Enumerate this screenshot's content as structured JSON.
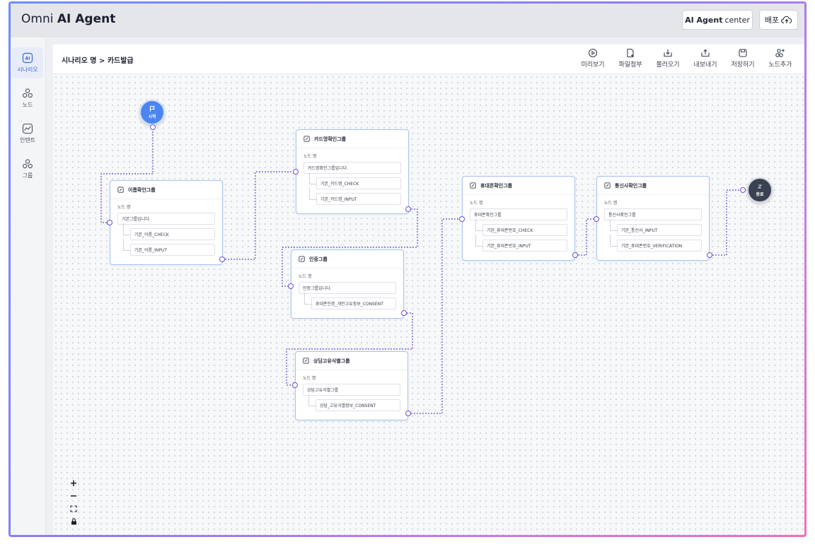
{
  "header": {
    "brand_light": "Omni",
    "brand_bold": "AI Agent",
    "center_bold": "AI Agent",
    "center_rest": "center",
    "deploy_label": "배포"
  },
  "sidebar": {
    "items": [
      {
        "label": "시나리오",
        "icon": "ai-icon"
      },
      {
        "label": "노드",
        "icon": "node-icon"
      },
      {
        "label": "인텐트",
        "icon": "intent-icon"
      },
      {
        "label": "그룹",
        "icon": "group-icon"
      }
    ]
  },
  "toolbar": {
    "breadcrumb": "시나리오 명 > 카드발급",
    "tools": [
      {
        "label": "미리보기",
        "icon": "play-icon"
      },
      {
        "label": "파일첨부",
        "icon": "file-attach-icon"
      },
      {
        "label": "불러오기",
        "icon": "import-icon"
      },
      {
        "label": "내보내기",
        "icon": "export-icon"
      },
      {
        "label": "저장하기",
        "icon": "save-icon"
      },
      {
        "label": "노드추가",
        "icon": "add-node-icon"
      }
    ]
  },
  "flow": {
    "start_label": "시작",
    "end_label": "종료",
    "nodes": [
      {
        "title": "이름확인그룹",
        "sub": "노드 명",
        "field": "기본그룹입니다.",
        "children": [
          "기본_이름_CHECK",
          "기본_이름_INPUT"
        ]
      },
      {
        "title": "카드명확인그룹",
        "sub": "노드 명",
        "field": "카드명확인그룹입니다.",
        "children": [
          "기본_카드명_CHECK",
          "기본_카드명_INPUT"
        ]
      },
      {
        "title": "인증그룹",
        "sub": "노드 명",
        "field": "인증그룹입니다.",
        "children": [
          "휴대폰인증_개인고유정보_CONSENT"
        ]
      },
      {
        "title": "상담고유식별그룹",
        "sub": "노드 명",
        "field": "상담고유식별그룹",
        "children": [
          "상담_고유식별정보_CONSENT"
        ]
      },
      {
        "title": "휴대폰확인그룹",
        "sub": "노드 명",
        "field": "휴대폰확인그룹",
        "children": [
          "기본_휴대폰번호_CHECK",
          "기본_휴대폰번호_INPUT"
        ]
      },
      {
        "title": "통신사확인그룹",
        "sub": "노드 명",
        "field": "통신사확인그룹",
        "children": [
          "기본_통신사_INPUT",
          "기본_휴대폰번호_VERIFICATION"
        ]
      }
    ]
  },
  "zoom_controls": {
    "zoom_in": "+",
    "zoom_out": "−"
  },
  "colors": {
    "accent": "#4b86f0",
    "node_border": "#a8c3f0",
    "edge": "#6a4fd6",
    "end_node": "#3a4150"
  }
}
